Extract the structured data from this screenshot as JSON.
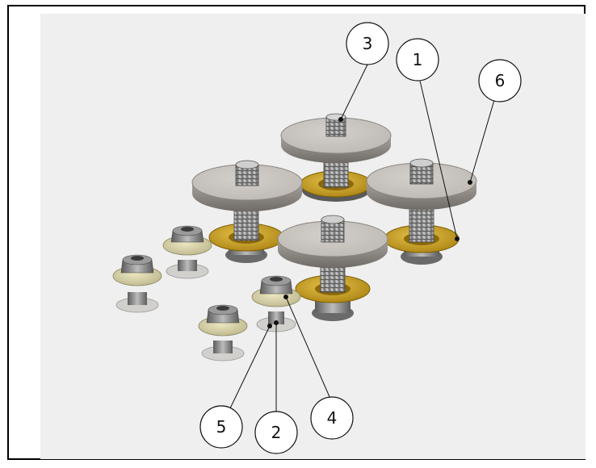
{
  "drawing": {
    "balloons": [
      {
        "id": "b1",
        "label": "1"
      },
      {
        "id": "b2",
        "label": "2"
      },
      {
        "id": "b3",
        "label": "3"
      },
      {
        "id": "b4",
        "label": "4"
      },
      {
        "id": "b5",
        "label": "5"
      },
      {
        "id": "b6",
        "label": "6"
      }
    ]
  },
  "colors": {
    "background": "#efefef",
    "washer_large": "#c9c5c0",
    "washer_brass": "#c9a227",
    "washer_light": "#d8d4a8",
    "bolt_steel": "#8d8d8d"
  }
}
